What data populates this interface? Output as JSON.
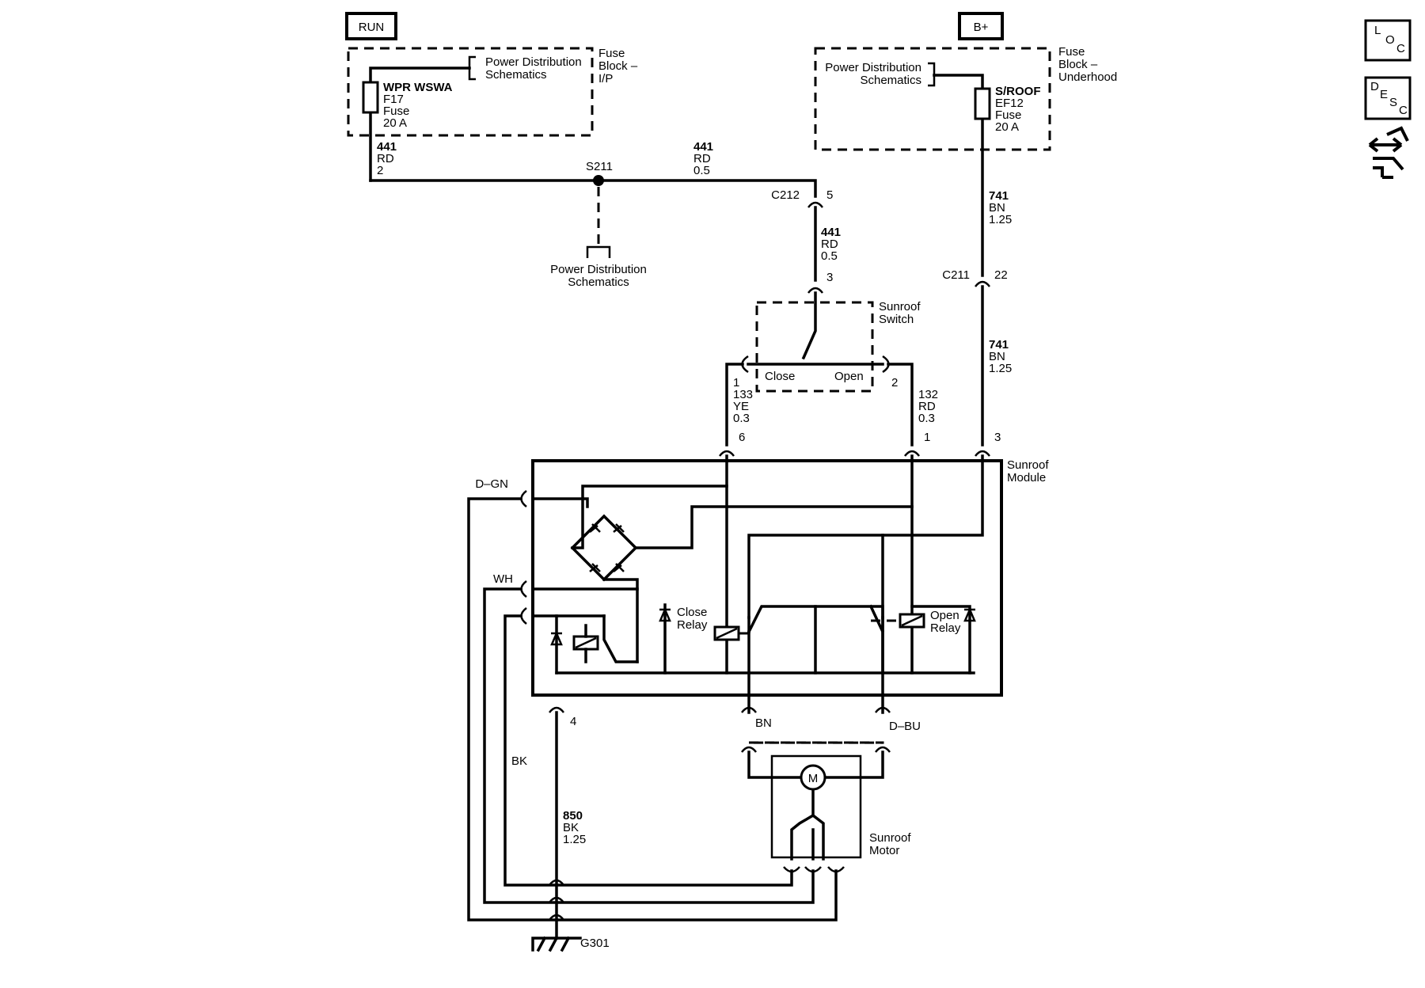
{
  "header": {
    "run": "RUN",
    "bplus": "B+"
  },
  "fuse_ip": {
    "block_name": [
      "Fuse",
      "Block –",
      "I/P"
    ],
    "power_ref": [
      "Power Distribution",
      "Schematics"
    ],
    "fuse": [
      "WPR WSWA",
      "F17",
      "Fuse",
      "20 A"
    ]
  },
  "fuse_uh": {
    "block_name": [
      "Fuse",
      "Block –",
      "Underhood"
    ],
    "power_ref": [
      "Power Distribution",
      "Schematics"
    ],
    "fuse": [
      "S/ROOF",
      "EF12",
      "Fuse",
      "20 A"
    ]
  },
  "wires": {
    "w441_a": [
      "441",
      "RD",
      "2"
    ],
    "w441_b": [
      "441",
      "RD",
      "0.5"
    ],
    "w441_c": [
      "441",
      "RD",
      "0.5"
    ],
    "w741_a": [
      "741",
      "BN",
      "1.25"
    ],
    "w741_b": [
      "741",
      "BN",
      "1.25"
    ],
    "w133": [
      "133",
      "YE",
      "0.3"
    ],
    "w132": [
      "132",
      "RD",
      "0.3"
    ],
    "w850": [
      "850",
      "BK",
      "1.25"
    ],
    "bk": "BK"
  },
  "splice": {
    "name": "S211",
    "power_ref": [
      "Power Distribution",
      "Schematics"
    ]
  },
  "connectors": {
    "c212": "C212",
    "c212_pin": "5",
    "c211": "C211",
    "c211_pin": "22",
    "sw_pin3": "3",
    "sw_pin1": "1",
    "sw_pin2": "2",
    "mod_pin6": "6",
    "mod_pin1": "1",
    "mod_pin3": "3",
    "mod_pin4": "4",
    "d_gn": "D–GN",
    "wh": "WH",
    "bn": "BN",
    "d_bu": "D–BU"
  },
  "components": {
    "sunroof_switch": [
      "Sunroof",
      "Switch"
    ],
    "switch_close": "Close",
    "switch_open": "Open",
    "sunroof_module": [
      "Sunroof",
      "Module"
    ],
    "close_relay": [
      "Close",
      "Relay"
    ],
    "open_relay": [
      "Open",
      "Relay"
    ],
    "motor_symbol": "M",
    "sunroof_motor": [
      "Sunroof",
      "Motor"
    ],
    "ground": "G301"
  },
  "side_icons": {
    "loc": [
      "L",
      "O",
      "C"
    ],
    "desc": [
      "D",
      "E",
      "S",
      "C"
    ],
    "nav_icon": "connector-arrows-icon"
  }
}
